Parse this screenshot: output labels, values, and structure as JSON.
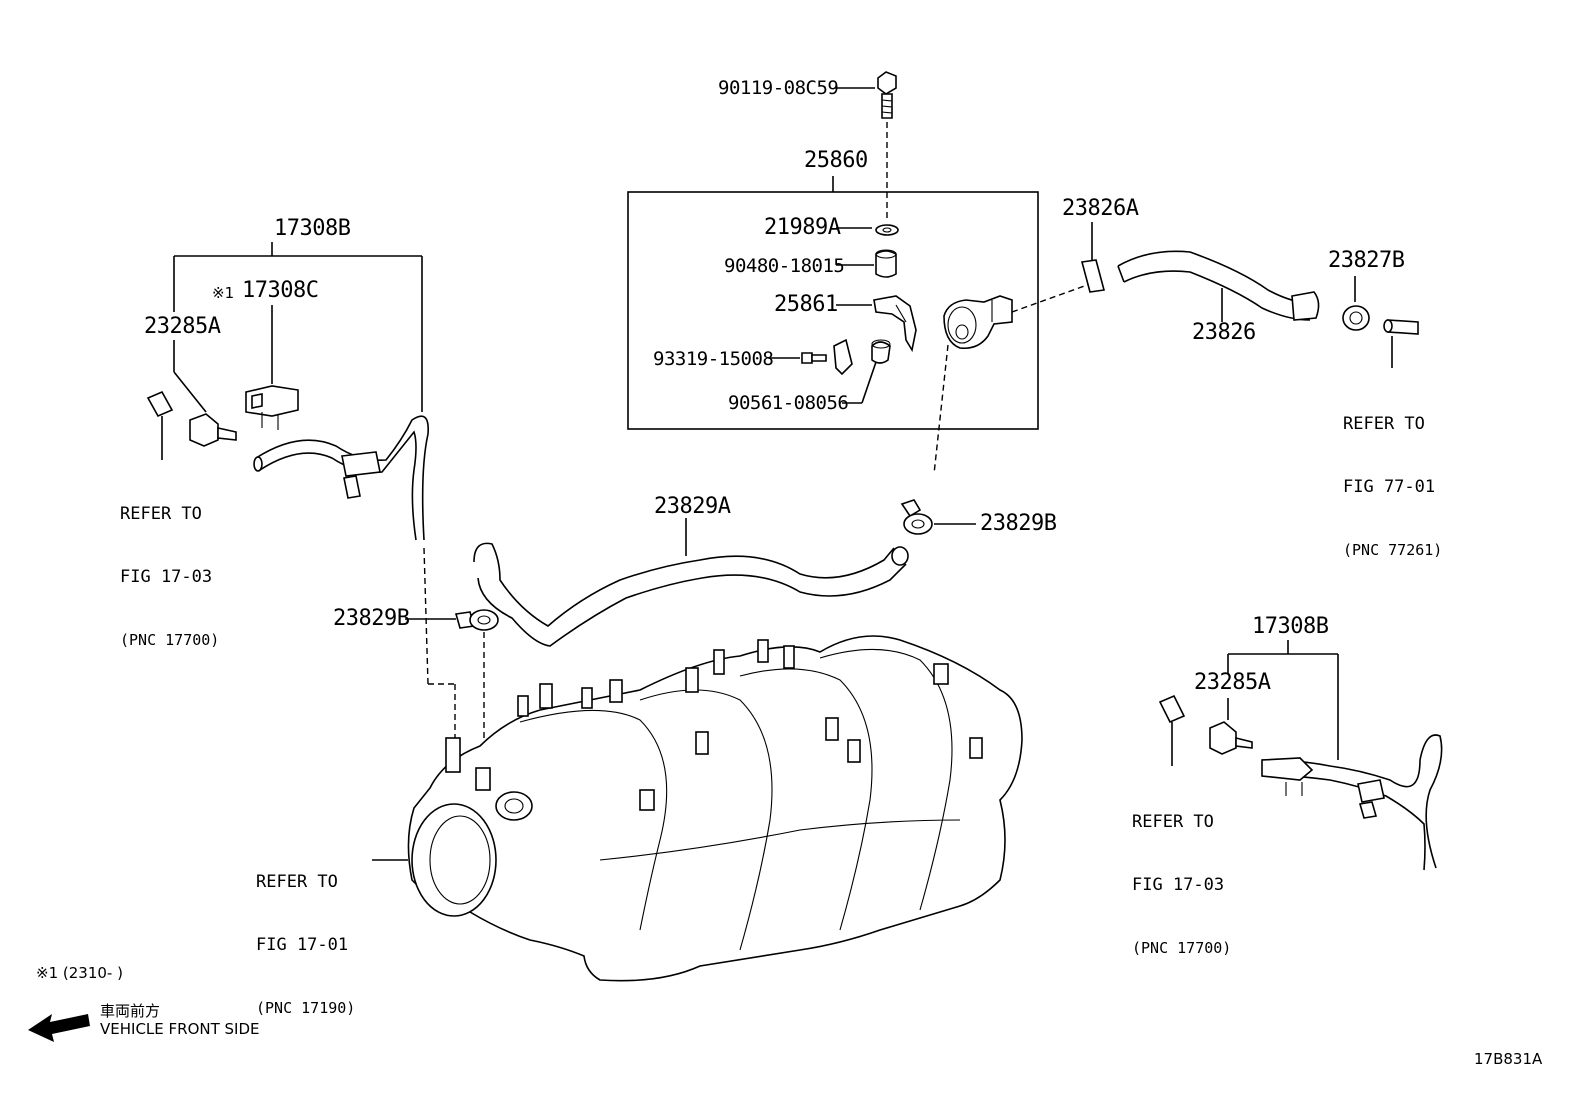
{
  "labels": {
    "p_90119": "90119-08C59",
    "p_25860": "25860",
    "p_21989A": "21989A",
    "p_90480": "90480-18015",
    "p_25861": "25861",
    "p_93319": "93319-15008",
    "p_90561": "90561-08056",
    "p_23826A": "23826A",
    "p_23826": "23826",
    "p_23827B": "23827B",
    "p_17308B_left": "17308B",
    "p_17308C_mark": "※1",
    "p_17308C": "17308C",
    "p_23285A_left": "23285A",
    "p_23829A": "23829A",
    "p_23829B_right": "23829B",
    "p_23829B_left": "23829B",
    "p_17308B_right": "17308B",
    "p_23285A_right": "23285A"
  },
  "refs": {
    "ref_fig1703_left": {
      "line1": "REFER TO",
      "line2": "FIG 17-03",
      "line3": "(PNC 17700)"
    },
    "ref_fig7701": {
      "line1": "REFER TO",
      "line2": "FIG 77-01",
      "line3": "(PNC 77261)"
    },
    "ref_fig1701": {
      "line1": "REFER TO",
      "line2": "FIG 17-01",
      "line3": "(PNC 17190)"
    },
    "ref_fig1703_right": {
      "line1": "REFER TO",
      "line2": "FIG 17-03",
      "line3": "(PNC 17700)"
    }
  },
  "footnote": "※1 (2310-        )",
  "front": {
    "japanese": "車両前方",
    "english": "VEHICLE FRONT SIDE"
  },
  "figure_id": "17B831A"
}
